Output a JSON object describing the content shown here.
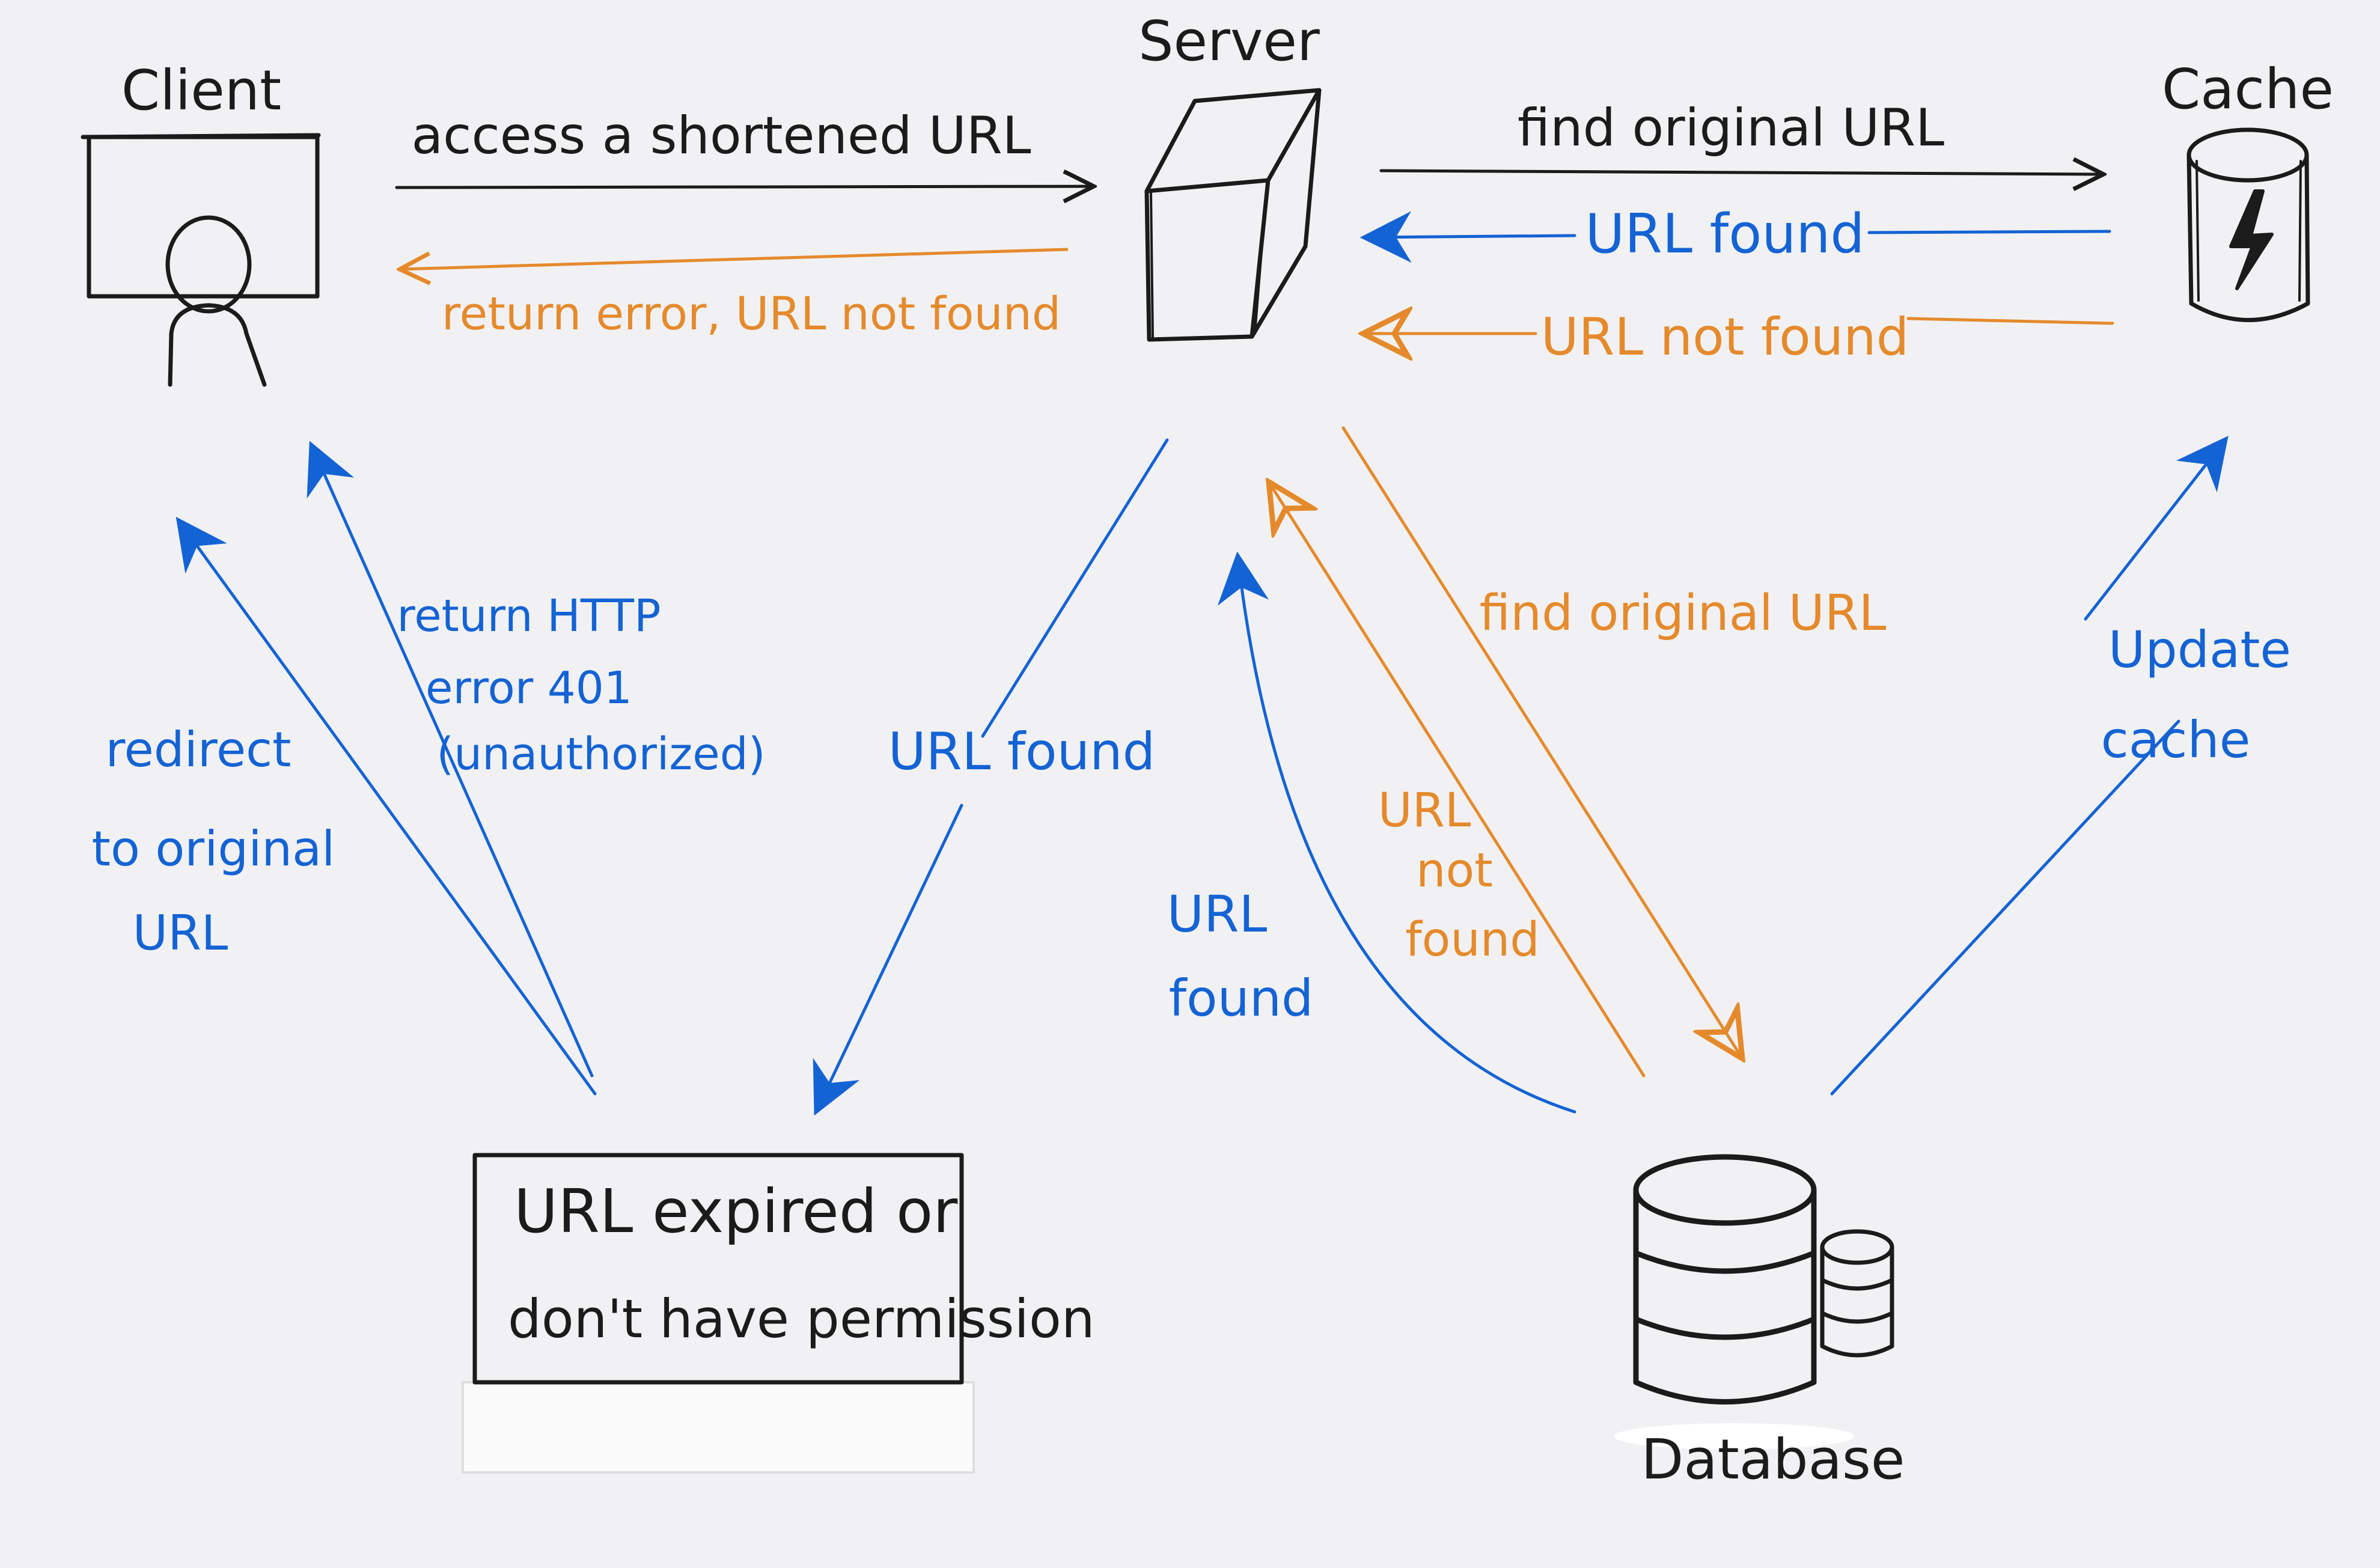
{
  "colors": {
    "black": "#1b1b1b",
    "blue": "#1463d4",
    "orange": "#e58a2c",
    "paper": "#f1f1f3"
  },
  "nodes": {
    "client": "Client",
    "server": "Server",
    "cache": "Cache",
    "database": "Database",
    "error_box_line1": "URL expired or",
    "error_box_line2": "don't have permission"
  },
  "edges": {
    "client_to_server": "access a shortened URL",
    "server_to_client_error": "return error, URL not found",
    "server_to_cache": "find original URL",
    "cache_to_server_found": "URL found",
    "cache_to_server_not_found": "URL not found",
    "server_to_error_box": "URL found",
    "server_to_database": "find original URL",
    "database_to_server_not_found": [
      "URL",
      "not",
      "found"
    ],
    "database_to_server_found": [
      "URL",
      "found"
    ],
    "database_to_cache": [
      "Update",
      "cache"
    ],
    "error_box_to_client_redirect": [
      "redirect",
      "to original",
      "URL"
    ],
    "error_box_to_client_401": [
      "return HTTP",
      "error 401",
      "(unauthorized)"
    ]
  }
}
